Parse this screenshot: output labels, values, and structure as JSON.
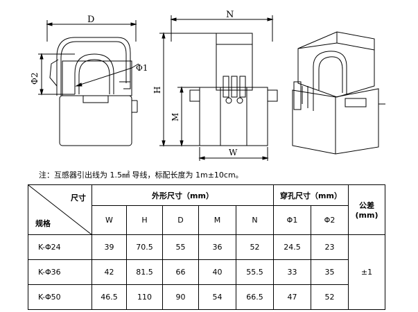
{
  "dims": {
    "D": "D",
    "N": "N",
    "phi2": "Φ2",
    "phi1": "Φ1",
    "H": "H",
    "M": "M",
    "W": "W"
  },
  "note": "注：互感器引出线为 1.5㎟ 导线，标配长度为 1m±10cm。",
  "table": {
    "corner_top": "尺寸",
    "corner_bottom": "规格",
    "group_outer": "外形尺寸（mm）",
    "group_hole": "穿孔尺寸（mm）",
    "tolerance_header": "公差(mm)",
    "columns": [
      "W",
      "H",
      "D",
      "M",
      "N",
      "Φ1",
      "Φ2"
    ],
    "rows": [
      {
        "model": "K-Φ24",
        "values": [
          "39",
          "70.5",
          "55",
          "36",
          "52",
          "24.5",
          "23"
        ]
      },
      {
        "model": "K-Φ36",
        "values": [
          "42",
          "81.5",
          "66",
          "40",
          "55.5",
          "33",
          "35"
        ]
      },
      {
        "model": "K-Φ50",
        "values": [
          "46.5",
          "110",
          "90",
          "54",
          "66.5",
          "47",
          "52"
        ]
      }
    ],
    "tolerance": "±1"
  }
}
